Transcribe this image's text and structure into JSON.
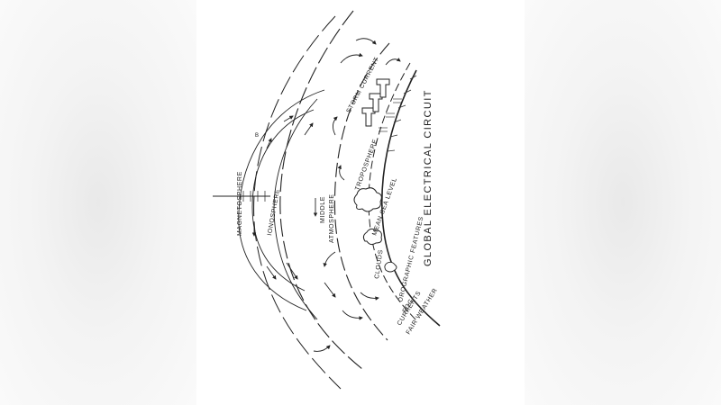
{
  "diagram": {
    "title": "GLOBAL ELECTRICAL CIRCUIT",
    "labels": {
      "magnetosphere": "MAGNETOSPHERE",
      "ionosphere": "IONOSPHERE",
      "middle_atmosphere_1": "MIDDLE",
      "middle_atmosphere_2": "ATMOSPHERE",
      "troposphere": "TROPOSPHERE",
      "mean_sea_level": "MEAN SEA LEVEL",
      "storm_current": "STORM CURRENT",
      "clouds": "CLOUDS",
      "orographic_features": "OROGRAPHIC FEATURES",
      "fog": "FOG",
      "fair_weather_1": "FAIR WEATHER",
      "fair_weather_2": "CURRENTS",
      "magnetic_field": "B"
    },
    "colors": {
      "ink": "#222222",
      "paper": "#ffffff"
    }
  }
}
